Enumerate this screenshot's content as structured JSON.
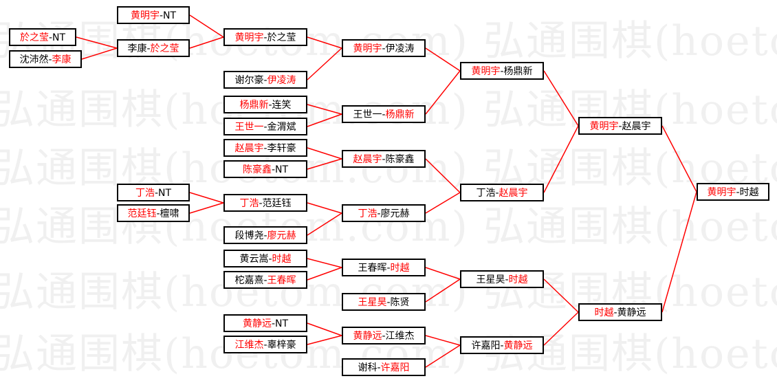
{
  "watermark": "弘通围棋(hoetom.com)",
  "colors": {
    "line": "#ff0000",
    "winner": "#ff0000",
    "text": "#000000",
    "border": "#000000"
  },
  "rounds": [
    [
      {
        "id": "a1",
        "players": [
          "於之莹",
          "NT"
        ],
        "winner": 0
      },
      {
        "id": "a2",
        "players": [
          "沈沛然",
          "李康"
        ],
        "winner": 1
      }
    ],
    [
      {
        "id": "b1",
        "players": [
          "黄明宇",
          "NT"
        ],
        "winner": 0
      },
      {
        "id": "b2",
        "players": [
          "李康",
          "於之莹"
        ],
        "winner": 1
      },
      {
        "id": "b3",
        "players": [
          "谢尔豪",
          "伊凌涛"
        ],
        "winner": 1
      },
      {
        "id": "b4",
        "players": [
          "杨鼎新",
          "连笑"
        ],
        "winner": 0
      },
      {
        "id": "b5",
        "players": [
          "王世一",
          "金渭斌"
        ],
        "winner": 0
      },
      {
        "id": "b6",
        "players": [
          "赵晨宇",
          "李轩豪"
        ],
        "winner": 0
      },
      {
        "id": "b7",
        "players": [
          "陈豪鑫",
          "NT"
        ],
        "winner": 0
      },
      {
        "id": "b8",
        "players": [
          "丁浩",
          "NT"
        ],
        "winner": 0
      },
      {
        "id": "b9",
        "players": [
          "范廷钰",
          "檀啸"
        ],
        "winner": 0
      },
      {
        "id": "b10",
        "players": [
          "段博尧",
          "廖元赫"
        ],
        "winner": 1
      },
      {
        "id": "b11",
        "players": [
          "黄云嵩",
          "时越"
        ],
        "winner": 1
      },
      {
        "id": "b12",
        "players": [
          "柁嘉熹",
          "王春晖"
        ],
        "winner": 1
      },
      {
        "id": "b13",
        "players": [
          "黄静远",
          "NT"
        ],
        "winner": 0
      },
      {
        "id": "b14",
        "players": [
          "江维杰",
          "辜梓豪"
        ],
        "winner": 0
      }
    ],
    [
      {
        "id": "c1",
        "players": [
          "黄明宇",
          "於之莹"
        ],
        "winner": 0
      },
      {
        "id": "c2",
        "players": [
          "丁浩",
          "范廷钰"
        ],
        "winner": 0
      },
      {
        "id": "c3",
        "players": [
          "王春晖",
          "时越"
        ],
        "winner": 1
      },
      {
        "id": "c4",
        "players": [
          "王星昊",
          "陈贤"
        ],
        "winner": 0
      },
      {
        "id": "c5",
        "players": [
          "黄静远",
          "江维杰"
        ],
        "winner": 0
      },
      {
        "id": "c6",
        "players": [
          "谢科",
          "许嘉阳"
        ],
        "winner": 1
      }
    ],
    [
      {
        "id": "d1",
        "players": [
          "黄明宇",
          "伊凌涛"
        ],
        "winner": 0
      },
      {
        "id": "d2",
        "players": [
          "王世一",
          "杨鼎新"
        ],
        "winner": 1
      },
      {
        "id": "d3",
        "players": [
          "赵晨宇",
          "陈豪鑫"
        ],
        "winner": 0
      },
      {
        "id": "d4",
        "players": [
          "丁浩",
          "廖元赫"
        ],
        "winner": 0
      },
      {
        "id": "d5",
        "players": [
          "王春晖",
          "时越"
        ],
        "winner": 1
      },
      {
        "id": "d6",
        "players": [
          "黄静远",
          "江维杰"
        ],
        "winner": 0
      },
      {
        "id": "d7",
        "players": [
          "谢科",
          "许嘉阳"
        ],
        "winner": 1
      }
    ],
    [
      {
        "id": "e1",
        "players": [
          "黄明宇",
          "杨鼎新"
        ],
        "winner": 0
      },
      {
        "id": "e2",
        "players": [
          "丁浩",
          "赵晨宇"
        ],
        "winner": 1
      },
      {
        "id": "e3",
        "players": [
          "王星昊",
          "时越"
        ],
        "winner": 1
      },
      {
        "id": "e4",
        "players": [
          "许嘉阳",
          "黄静远"
        ],
        "winner": 1
      }
    ],
    [
      {
        "id": "f1",
        "players": [
          "黄明宇",
          "赵晨宇"
        ],
        "winner": 0
      },
      {
        "id": "f2",
        "players": [
          "时越",
          "黄静远"
        ],
        "winner": 0
      }
    ],
    [
      {
        "id": "g1",
        "players": [
          "黄明宇",
          "时越"
        ],
        "winner": 0
      }
    ]
  ]
}
